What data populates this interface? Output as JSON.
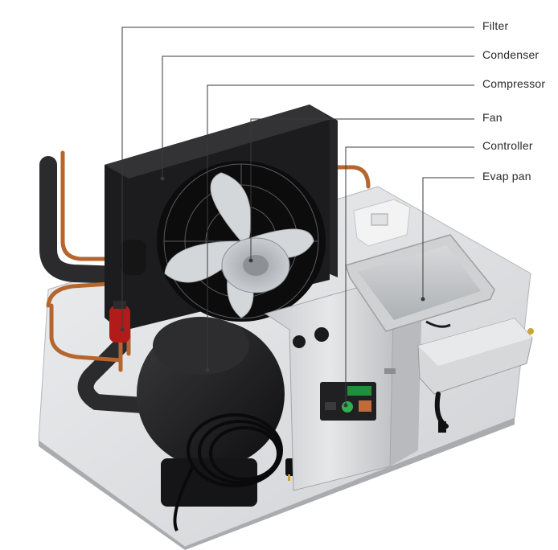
{
  "diagram": {
    "callouts": [
      {
        "id": "filter",
        "label": "Filter"
      },
      {
        "id": "condenser",
        "label": "Condenser"
      },
      {
        "id": "compressor",
        "label": "Compressor"
      },
      {
        "id": "fan",
        "label": "Fan"
      },
      {
        "id": "controller",
        "label": "Controller"
      },
      {
        "id": "evap-pan",
        "label": "Evap pan"
      }
    ],
    "colors": {
      "leader_line": "#3a3a3a",
      "base_plate": "#e4e5e7",
      "condenser_body": "#1c1c1e",
      "copper_pipe": "#b5652e",
      "control_box": "#d9dadd",
      "display": "#1f8f3a",
      "filter_red": "#b31b1b"
    }
  }
}
